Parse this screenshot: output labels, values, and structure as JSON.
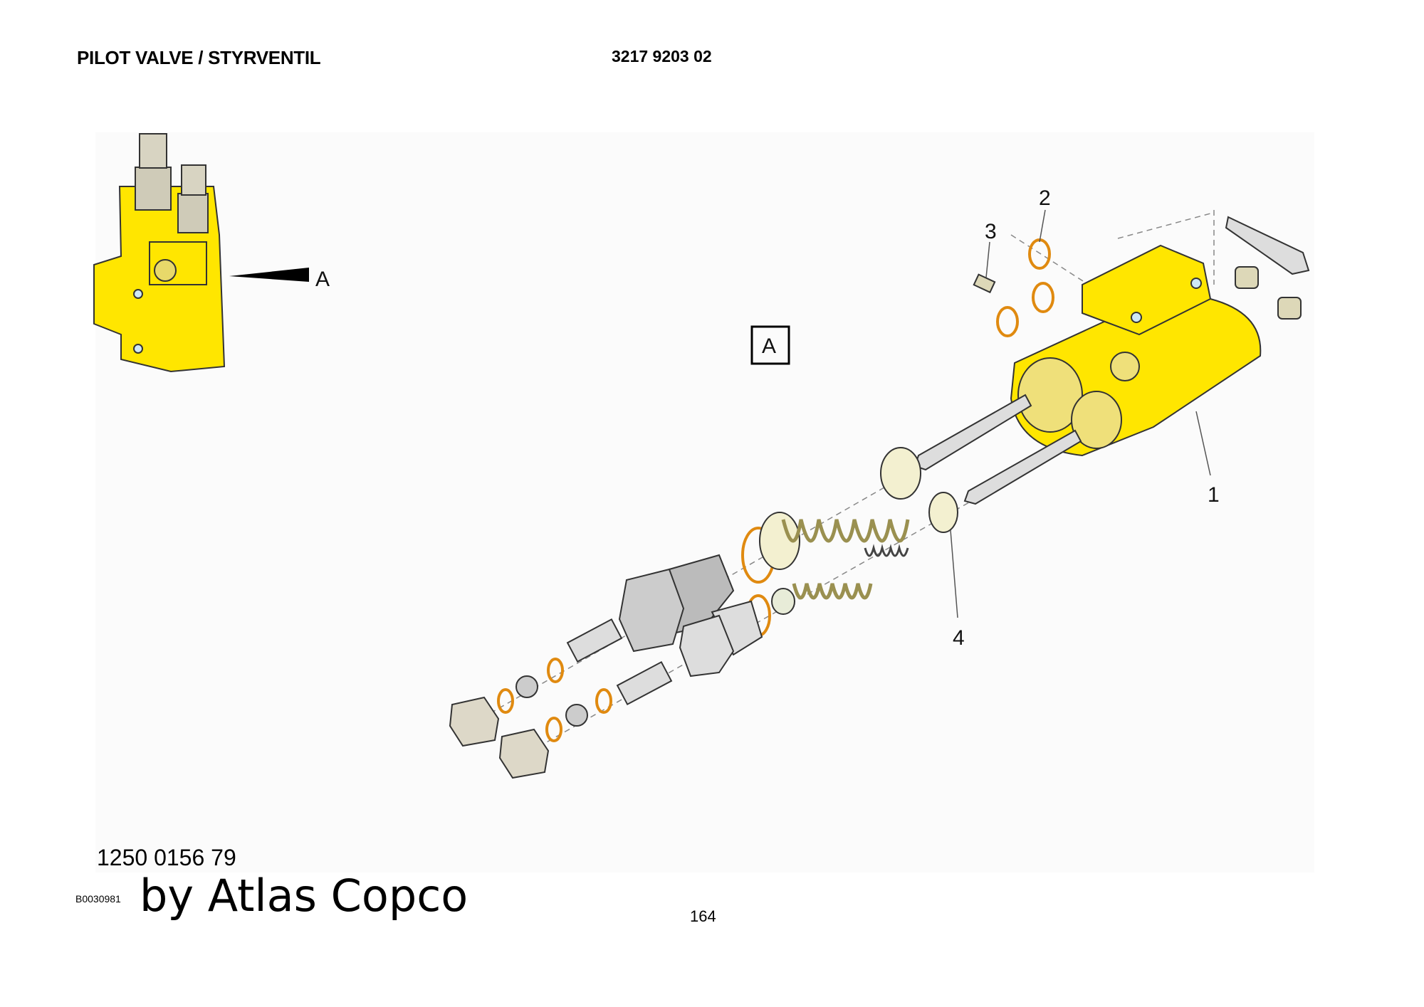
{
  "header": {
    "title": "PILOT VALVE / STYRVENTIL",
    "doc_number": "3217 9203 02"
  },
  "figure": {
    "view_label_inset": "A",
    "view_label_box": "A",
    "callouts": [
      "1",
      "2",
      "3",
      "4"
    ]
  },
  "footer": {
    "part_number": "1250 0156 79",
    "image_code": "B0030981",
    "brand": "by Atlas Copco",
    "page_number": "164"
  }
}
